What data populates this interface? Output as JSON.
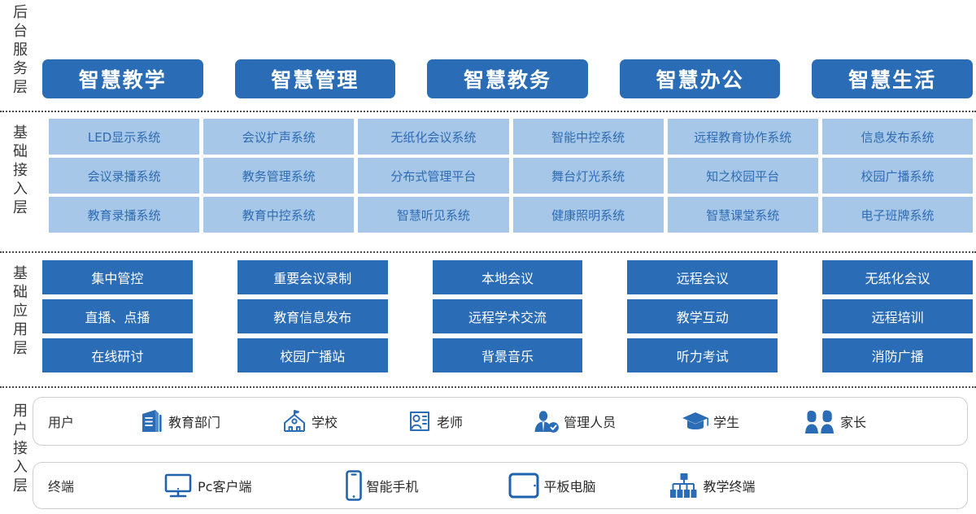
{
  "layers": [
    {
      "id": "backend-service-layer",
      "name": "后台服务层",
      "chars": [
        "后",
        "台",
        "服",
        "务",
        "层"
      ]
    },
    {
      "id": "basic-access-layer",
      "name": "基础接入层",
      "chars": [
        "基",
        "础",
        "接",
        "入",
        "层"
      ]
    },
    {
      "id": "basic-application-layer",
      "name": "基础应用层",
      "chars": [
        "基",
        "础",
        "应",
        "用",
        "层"
      ]
    },
    {
      "id": "user-access-layer",
      "name": "用户接入层",
      "chars": [
        "用",
        "户",
        "接",
        "入",
        "层"
      ]
    }
  ],
  "header": {
    "items": [
      "智慧教学",
      "智慧管理",
      "智慧教务",
      "智慧办公",
      "智慧生活"
    ]
  },
  "access_layer": {
    "columns": [
      [
        "LED显示系统",
        "会议录播系统",
        "教育录播系统"
      ],
      [
        "会议扩声系统",
        "教务管理系统",
        "教育中控系统"
      ],
      [
        "无纸化会议系统",
        "分布式管理平台",
        "智慧听见系统"
      ],
      [
        "智能中控系统",
        "舞台灯光系统",
        "健康照明系统"
      ],
      [
        "远程教育协作系统",
        "知之校园平台",
        "智慧课堂系统"
      ],
      [
        "信息发布系统",
        "校园广播系统",
        "电子班牌系统"
      ]
    ]
  },
  "application_layer": {
    "columns": [
      [
        "集中管控",
        "直播、点播",
        "在线研讨"
      ],
      [
        "重要会议录制",
        "教育信息发布",
        "校园广播站"
      ],
      [
        "本地会议",
        "远程学术交流",
        "背景音乐"
      ],
      [
        "远程会议",
        "教学互动",
        "听力考试"
      ],
      [
        "无纸化会议",
        "远程培训",
        "消防广播"
      ]
    ]
  },
  "user_row": {
    "title": "用户",
    "items": [
      {
        "label": "教育部门",
        "icon": "building-icon"
      },
      {
        "label": "学校",
        "icon": "school-icon"
      },
      {
        "label": "老师",
        "icon": "teacher-card-icon"
      },
      {
        "label": "管理人员",
        "icon": "admin-verified-icon"
      },
      {
        "label": "学生",
        "icon": "graduation-cap-icon"
      },
      {
        "label": "家长",
        "icon": "parents-icon"
      }
    ]
  },
  "terminal_row": {
    "title": "终端",
    "items": [
      {
        "label": "Pc客户端",
        "icon": "monitor-icon"
      },
      {
        "label": "智能手机",
        "icon": "smartphone-icon"
      },
      {
        "label": "平板电脑",
        "icon": "tablet-icon"
      },
      {
        "label": "教学终端",
        "icon": "network-terminal-icon"
      }
    ]
  },
  "colors": {
    "dark_blue": "#2a6cb5",
    "light_blue": "#a6c7e7",
    "light_blue_text": "#2f6cb4",
    "divider": "#4b4b4b",
    "pill_border": "#cfcfcf",
    "background": "#ffffff"
  }
}
